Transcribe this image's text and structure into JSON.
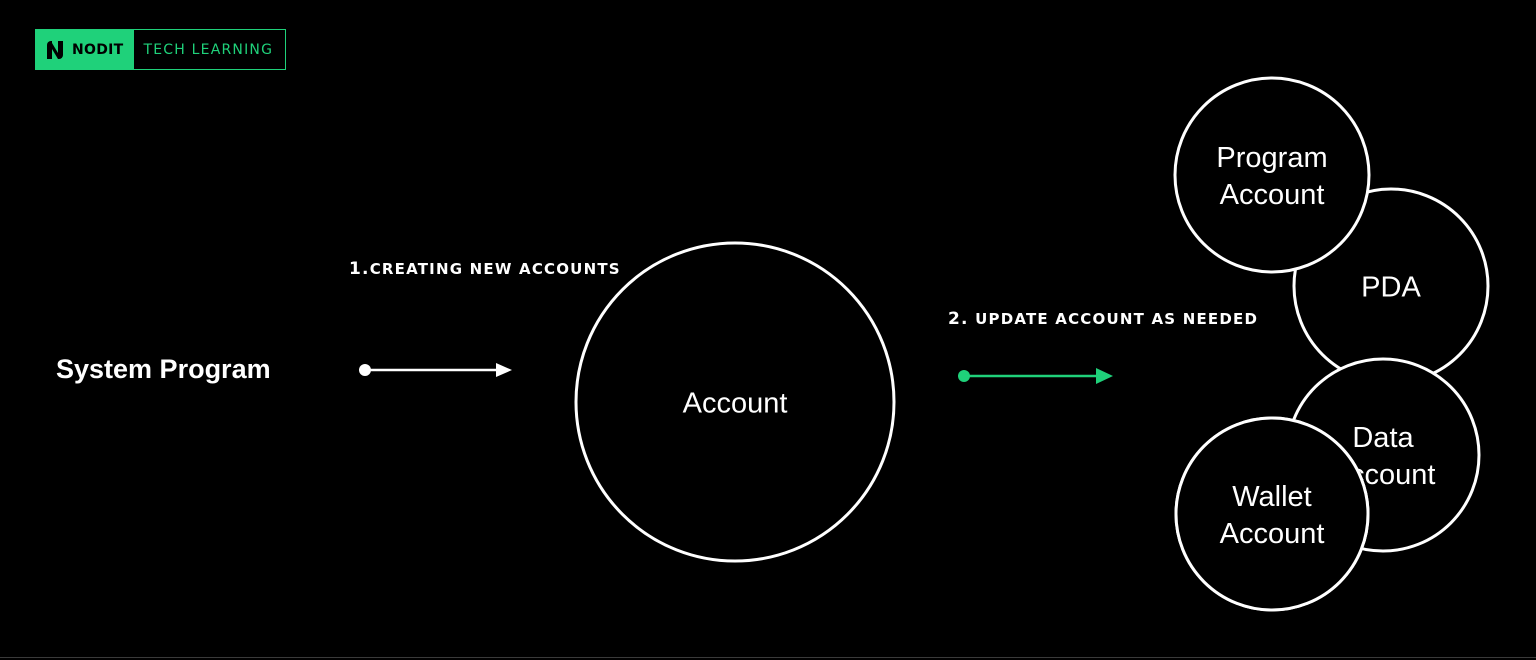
{
  "brand": {
    "logo_icon": "nodit-logo-icon",
    "name": "NODIT",
    "tagline": "TECH LEARNING",
    "accent_color": "#1fd17a"
  },
  "diagram": {
    "source": "System Program",
    "step1": {
      "number": "1.",
      "label": "CREATING NEW ACCOUNTS"
    },
    "step2": {
      "number": "2.",
      "label": "UPDATE ACCOUNT AS NEEDED"
    },
    "center": "Account",
    "types": {
      "program": [
        "Program",
        "Account"
      ],
      "pda": "PDA",
      "data": [
        "Data",
        "Account"
      ],
      "wallet": [
        "Wallet",
        "Account"
      ]
    }
  }
}
